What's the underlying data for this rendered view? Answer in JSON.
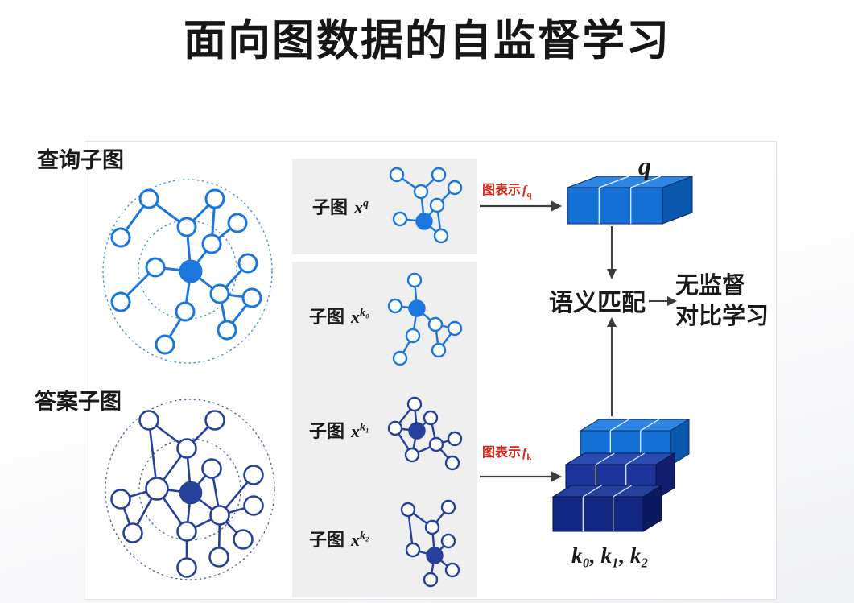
{
  "slide": {
    "title": "面向图数据的自监督学习",
    "query_section": {
      "label": "查询子图"
    },
    "answer_section": {
      "label": "答案子图"
    },
    "subgraphs": {
      "prefix": "子图",
      "variable": "x",
      "items": [
        {
          "sup": "q"
        },
        {
          "sup": "k₀"
        },
        {
          "sup": "k₁"
        },
        {
          "sup": "k₂"
        }
      ]
    },
    "encoders": {
      "query": {
        "prefix": "图表示",
        "symbol": "f",
        "sub": "q"
      },
      "key": {
        "prefix": "图表示",
        "symbol": "f",
        "sub": "k"
      }
    },
    "representations": {
      "query": "q",
      "keys": "k₀, k₁, k₂"
    },
    "matching": {
      "label": "语义匹配",
      "objective_line1": "无监督",
      "objective_line2": "对比学习"
    },
    "colors": {
      "query_graph_blue": "#1b76dd",
      "answer_graph_navy": "#24409a",
      "encoder_label_red": "#d9261c",
      "cube_bright_front": "#1470d4",
      "cube_bright_top": "#2e86e4",
      "cube_bright_side": "#0b57ad",
      "cube_mid_front": "#1b339b",
      "cube_mid_top": "#2c4bb0",
      "cube_mid_side": "#121f6e",
      "cube_dark_front": "#12277f",
      "cube_dark_top": "#23409c",
      "cube_dark_side": "#0b1a5e",
      "arrow_gray": "#3c3c3c"
    }
  }
}
